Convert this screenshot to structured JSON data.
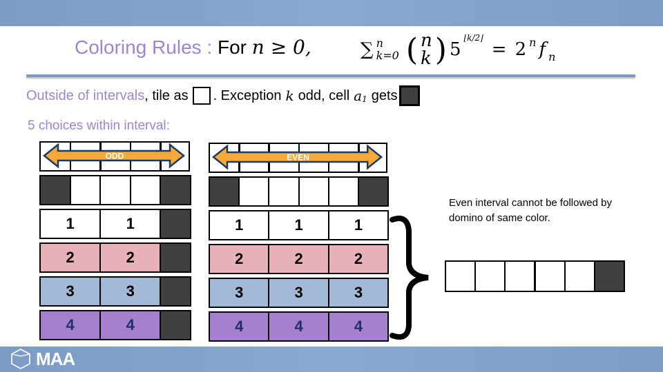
{
  "header": {
    "title": "Coloring Rules",
    "separator": ":",
    "for_text": "For",
    "condition": "n ≥ 0,",
    "equation": {
      "sum": "∑",
      "upper": "n",
      "lower": "k=0",
      "binom_top": "n",
      "binom_bottom": "k",
      "base": "5",
      "exponent": "⌊k/2⌋",
      "equals": "=",
      "rhs_base": "2",
      "rhs_exp": "n",
      "rhs_f": "f",
      "rhs_sub": "n"
    }
  },
  "rule_line": {
    "highlight": "Outside of intervals",
    "text1": ", tile as",
    "text2": ". Exception",
    "var_k": "k",
    "text3": "odd, cell",
    "var_a": "a",
    "sub_a": "1",
    "text4": "gets"
  },
  "subheading": "5 choices within interval:",
  "odd": {
    "label": "ODD",
    "rows": [
      [
        "1",
        "1"
      ],
      [
        "2",
        "2"
      ],
      [
        "3",
        "3"
      ],
      [
        "4",
        "4"
      ]
    ]
  },
  "even": {
    "label": "EVEN",
    "rows": [
      [
        "1",
        "1",
        "1"
      ],
      [
        "2",
        "2",
        "2"
      ],
      [
        "3",
        "3",
        "3"
      ],
      [
        "4",
        "4",
        "4"
      ]
    ]
  },
  "note": "Even interval cannot be followed by domino of same color.",
  "footer": {
    "logo": "MAA"
  },
  "colors": {
    "dark": "#404040",
    "pink": "#e8b0b9",
    "blue": "#a3bad6",
    "purple": "#a77fcf",
    "arrow": "#f5a93a",
    "accent": "#9d85cf"
  }
}
